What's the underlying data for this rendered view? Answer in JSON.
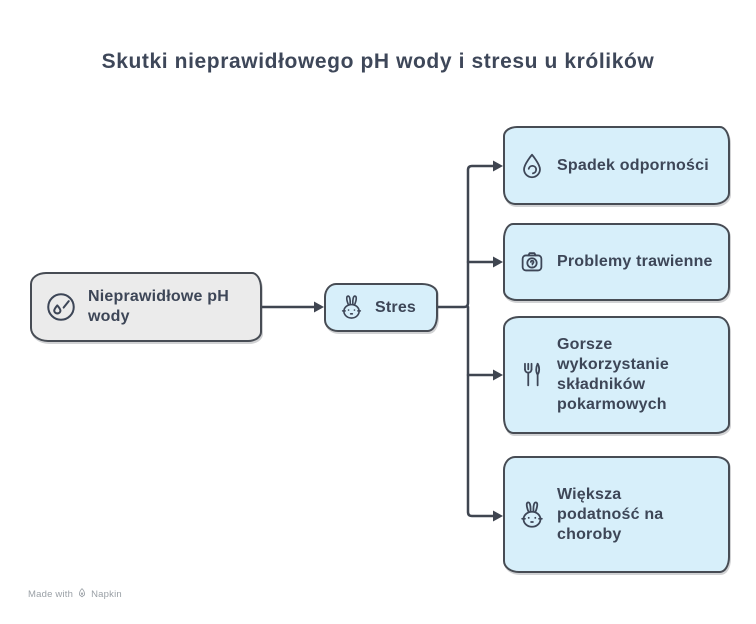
{
  "title": "Skutki nieprawidłowego pH wody i stresu u królików",
  "colors": {
    "accent_blue": "#d7effa",
    "grey_fill": "#ebebeb",
    "stroke": "#474c54",
    "text": "#3d4657",
    "watermark": "#9aa0a6"
  },
  "nodes": {
    "cause": {
      "label": "Nieprawidłowe pH wody",
      "icon": "ph-gauge-icon"
    },
    "mediator": {
      "label": "Stres",
      "icon": "rabbit-icon"
    },
    "effects": [
      {
        "label": "Spadek odporności",
        "icon": "immunity-drop-icon"
      },
      {
        "label": "Problemy trawienne",
        "icon": "digestive-icon"
      },
      {
        "label": "Gorsze wykorzystanie składników pokarmowych",
        "icon": "fork-knife-icon"
      },
      {
        "label": "Większa podatność na choroby",
        "icon": "rabbit-icon"
      }
    ]
  },
  "watermark": {
    "prefix": "Made with",
    "brand": "Napkin"
  }
}
